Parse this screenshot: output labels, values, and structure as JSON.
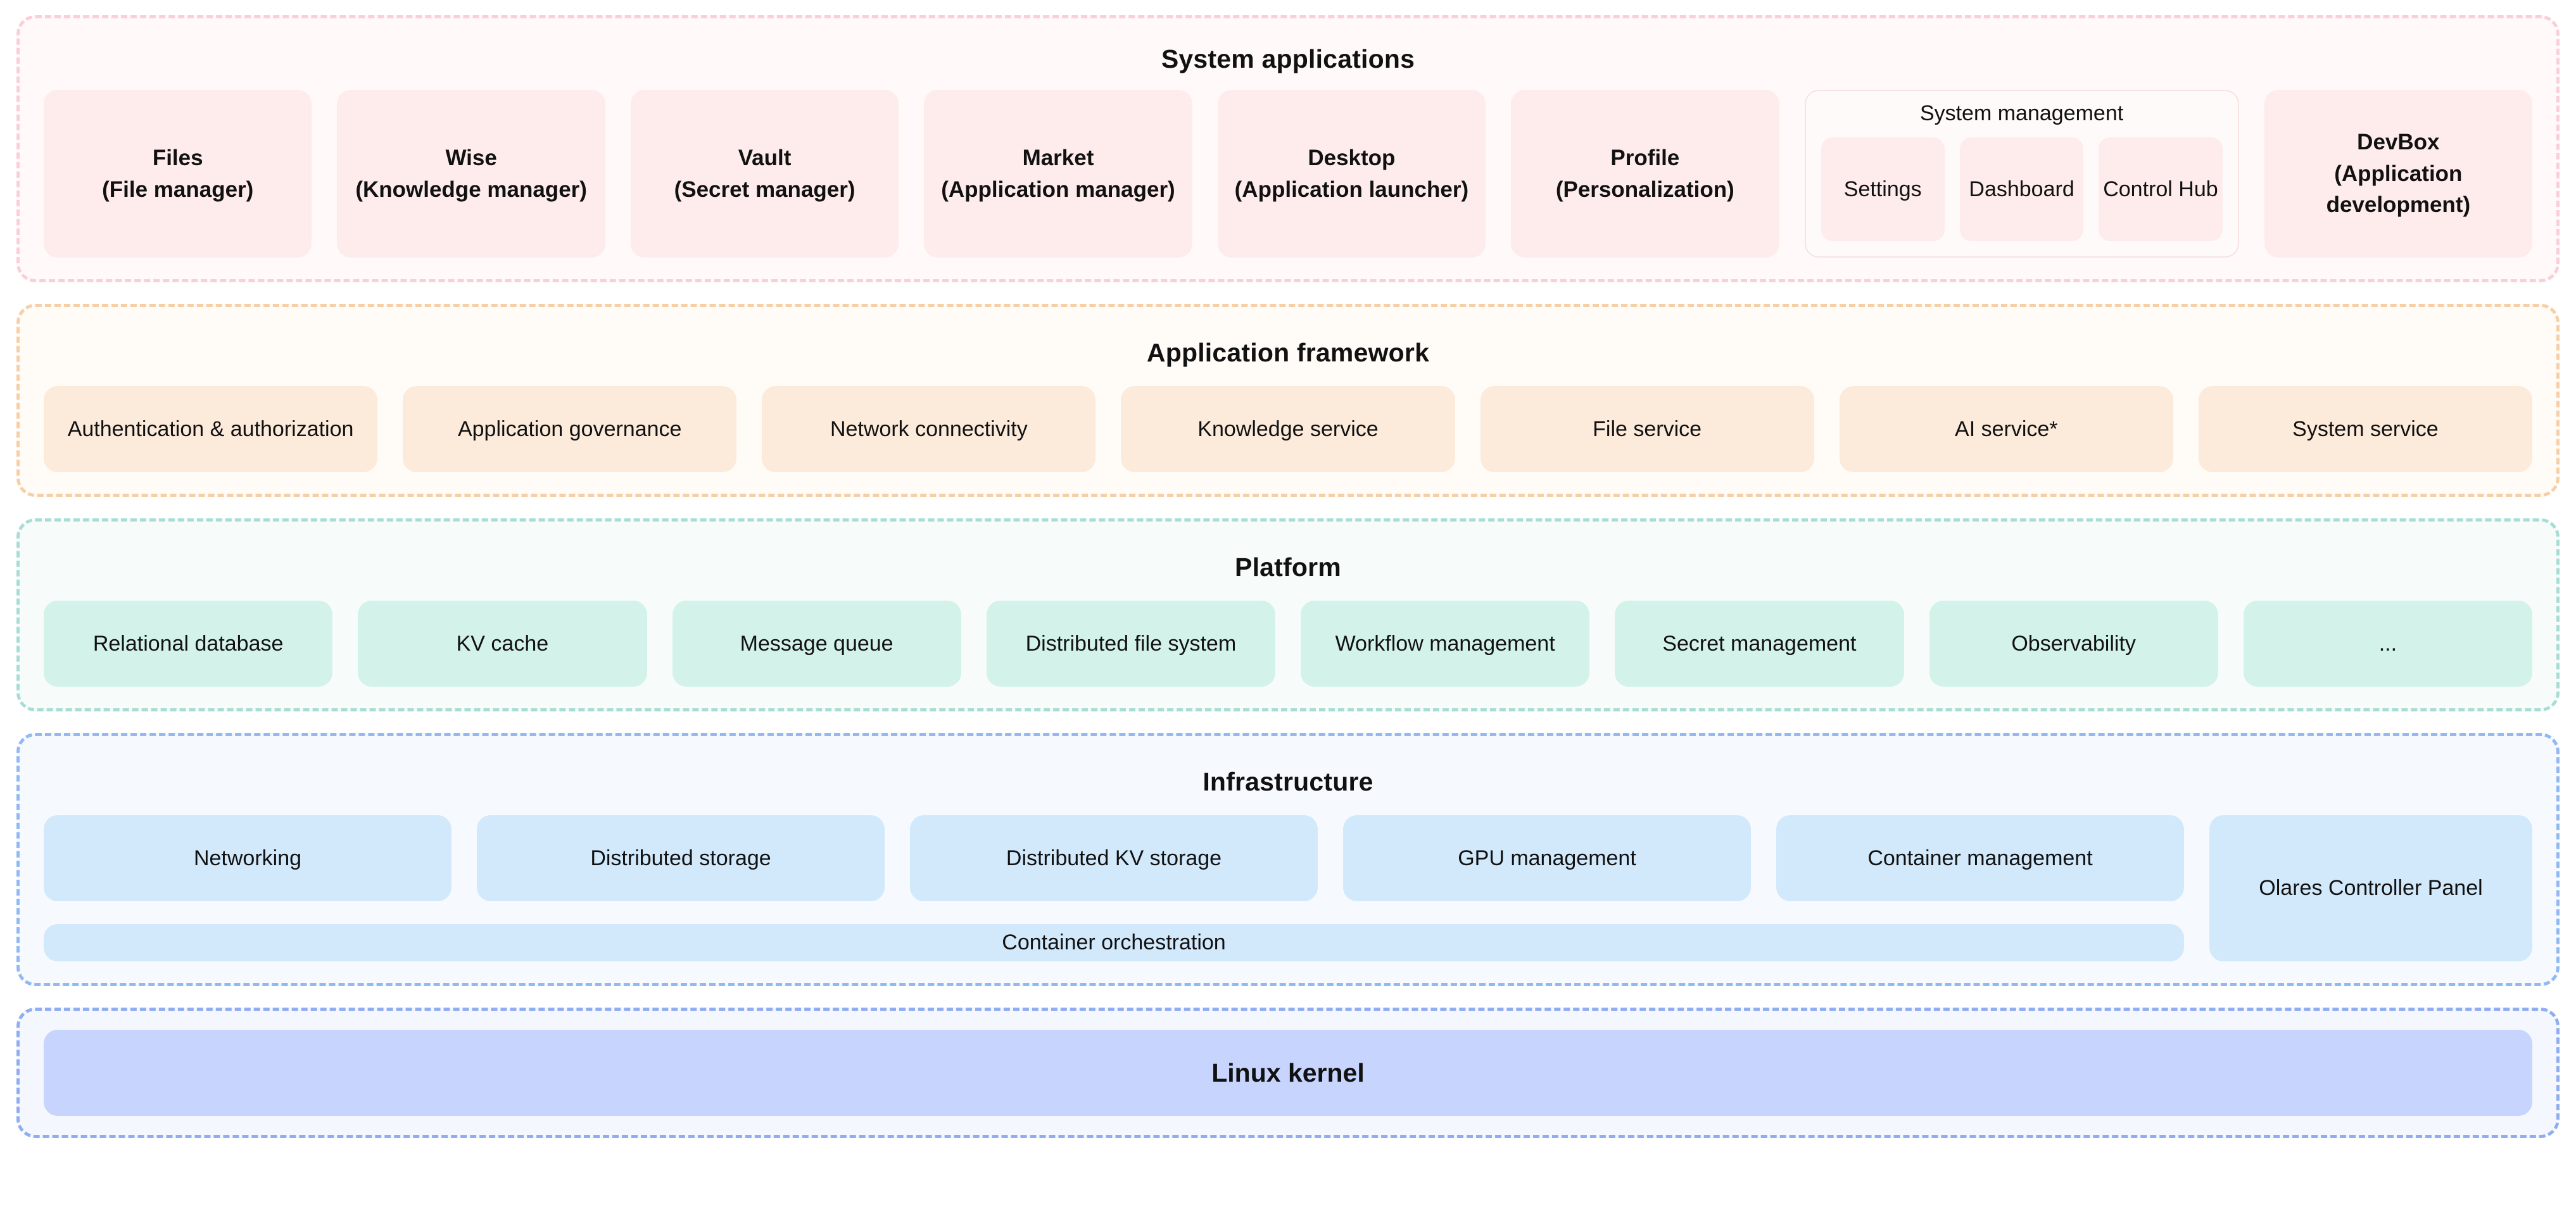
{
  "bands": [
    {
      "id": "system-applications",
      "title": "System applications",
      "accent": "#f9cfd9",
      "background": "#fff9f9",
      "tile_color": "#fdeceb",
      "apps": [
        {
          "name": "Files",
          "sub": "(File manager)"
        },
        {
          "name": "Wise",
          "sub": "(Knowledge manager)"
        },
        {
          "name": "Vault",
          "sub": "(Secret manager)"
        },
        {
          "name": "Market",
          "sub": "(Application manager)"
        },
        {
          "name": "Desktop",
          "sub": "(Application launcher)"
        },
        {
          "name": "Profile",
          "sub": "(Personalization)"
        }
      ],
      "system_management": {
        "title": "System management",
        "items": [
          "Settings",
          "Dashboard",
          "Control Hub"
        ]
      },
      "devbox": {
        "name": "DevBox",
        "sub": "(Application development)"
      }
    },
    {
      "id": "application-framework",
      "title": "Application framework",
      "accent": "#f6cfa6",
      "background": "#fffbf7",
      "tile_color": "#fceadb",
      "items": [
        "Authentication & authorization",
        "Application governance",
        "Network connectivity",
        "Knowledge service",
        "File service",
        "AI service*",
        "System service"
      ]
    },
    {
      "id": "platform",
      "title": "Platform",
      "accent": "#a8ddd6",
      "background": "#f7fcfa",
      "tile_color": "#d3f2ea",
      "items": [
        "Relational database",
        "KV cache",
        "Message queue",
        "Distributed  file system",
        "Workflow management",
        "Secret management",
        "Observability",
        "..."
      ]
    },
    {
      "id": "infrastructure",
      "title": "Infrastructure",
      "accent": "#92b9f2",
      "background": "#f6faff",
      "tile_color": "#d2e9fc",
      "top_items": [
        "Networking",
        "Distributed storage",
        "Distributed KV storage",
        "GPU management",
        "Container management"
      ],
      "orchestration": "Container orchestration",
      "controller_panel": "Olares Controller Panel"
    },
    {
      "id": "linux-kernel",
      "title": "",
      "accent": "#8fadf0",
      "background": "#f4f7fe",
      "tile_color": "#c7d4fd",
      "kernel": "Linux kernel"
    }
  ]
}
